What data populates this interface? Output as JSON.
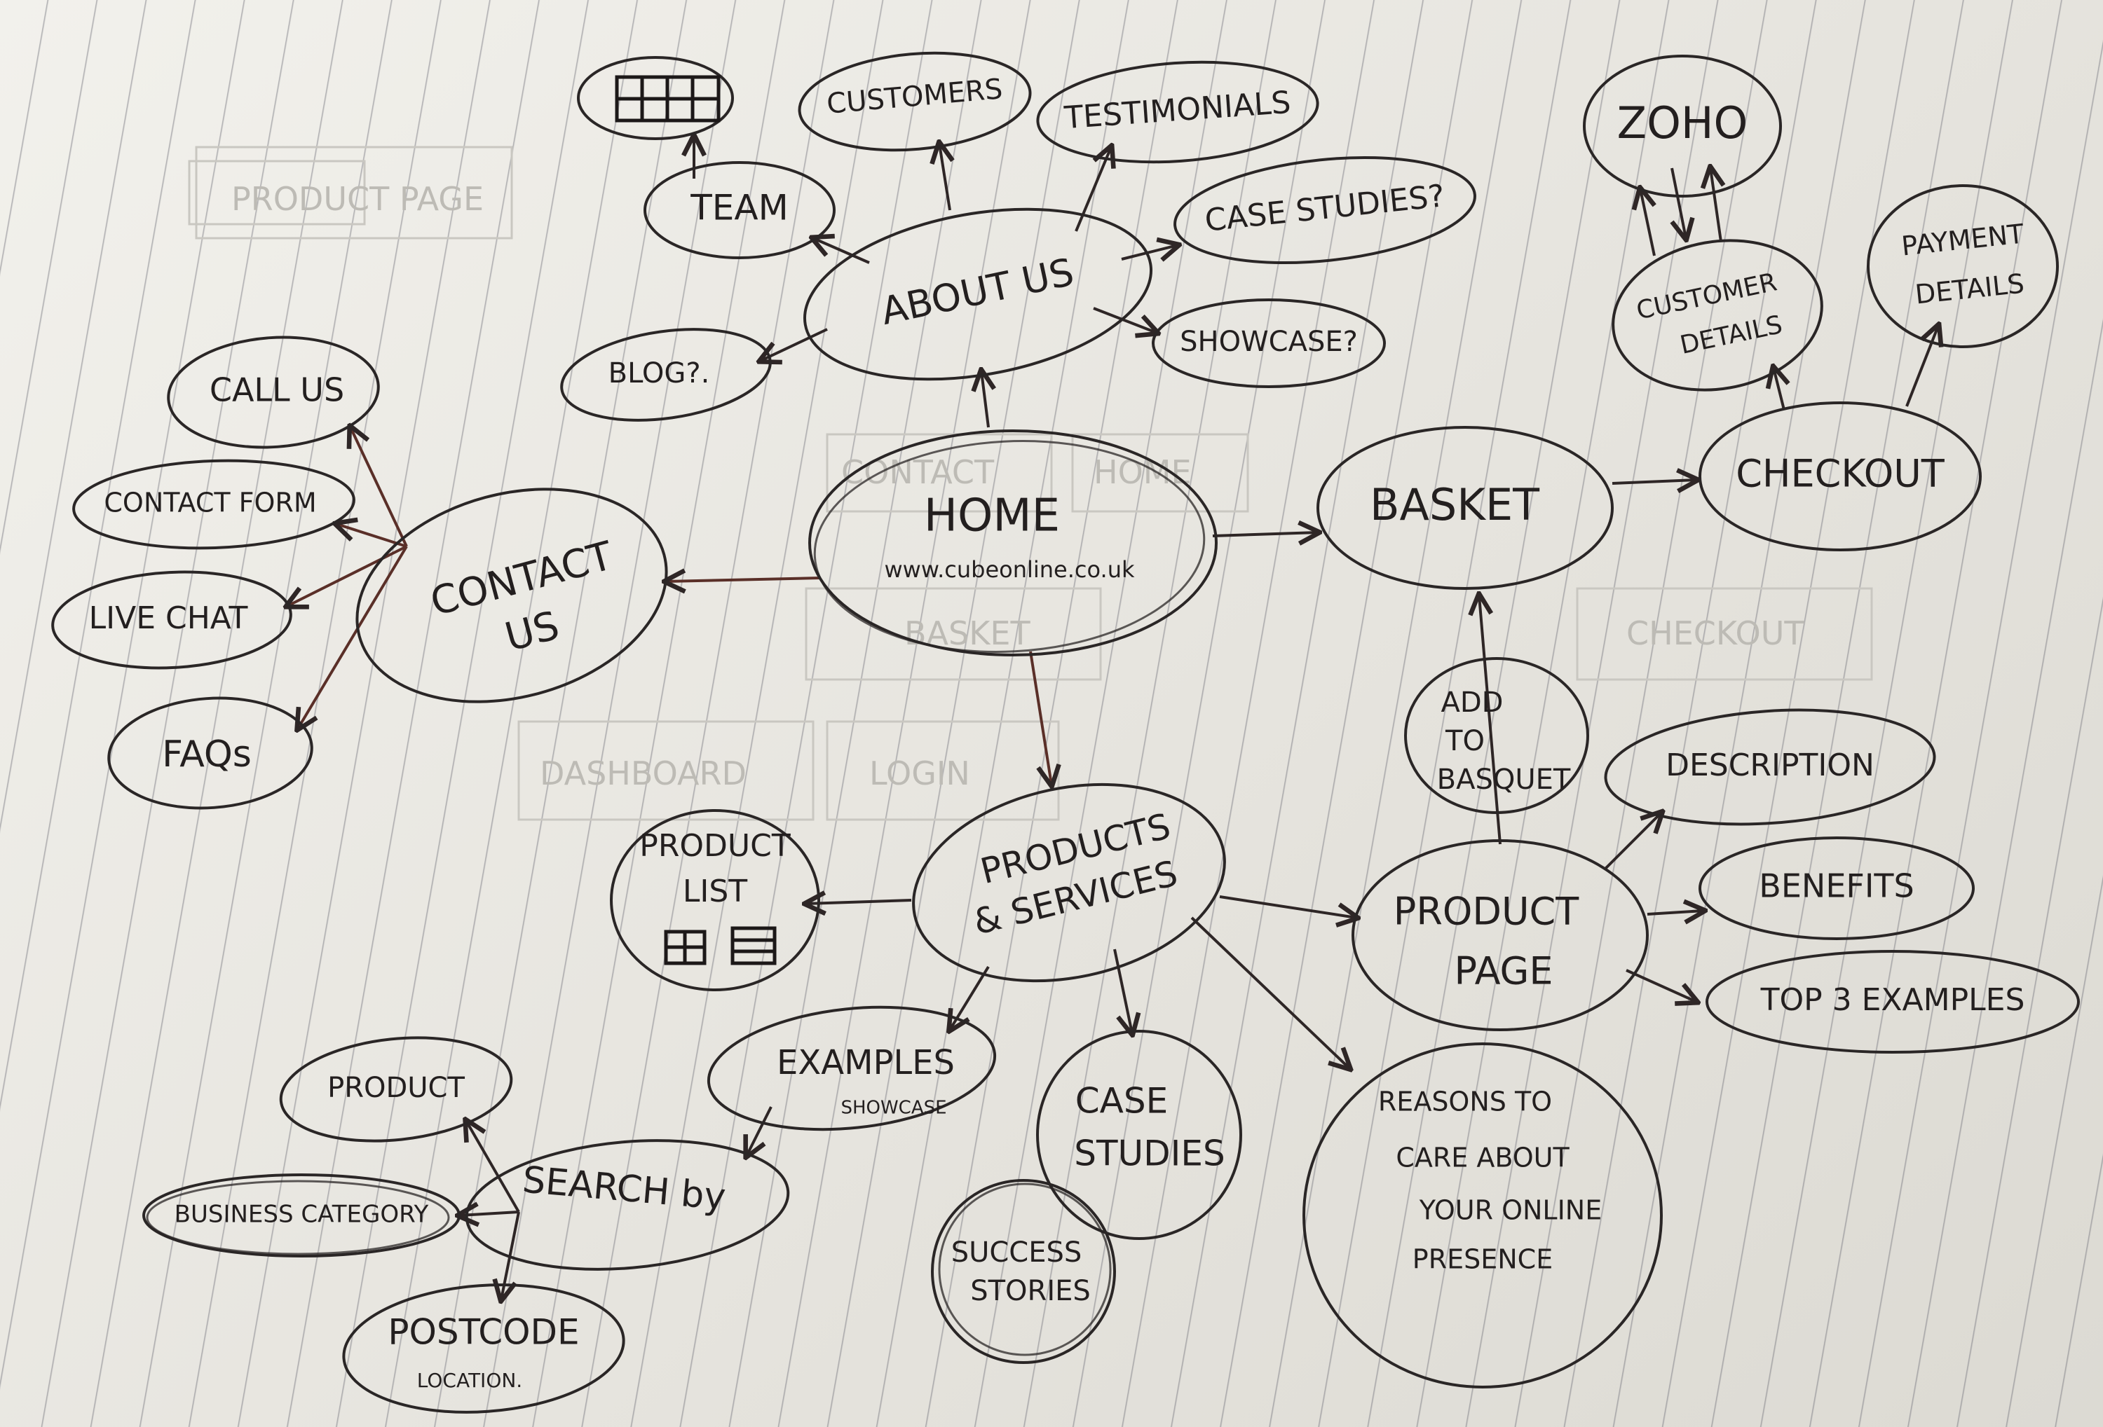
{
  "nodes": {
    "home": {
      "title": "HOME",
      "url": "www.cubeonline.co.uk"
    },
    "about_us": "ABOUT US",
    "customers": "CUSTOMERS",
    "testimonials": "TESTIMONIALS",
    "team": "TEAM",
    "case_studies_q": "CASE STUDIES?",
    "showcase_q": "SHOWCASE?",
    "blog_q": "BLOG?.",
    "contact_us": {
      "line1": "CONTACT",
      "line2": "US"
    },
    "call_us": "CALL US",
    "contact_form": "CONTACT FORM",
    "live_chat": "LIVE CHAT",
    "faqs": "FAQs",
    "basket": "BASKET",
    "checkout": "CHECKOUT",
    "zoho": "ZOHO",
    "customer_details": {
      "line1": "CUSTOMER",
      "line2": "DETAILS"
    },
    "payment_details": {
      "line1": "PAYMENT",
      "line2": "DETAILS"
    },
    "add_to_basket": {
      "line1": "ADD",
      "line2": "TO",
      "line3": "BASQUET"
    },
    "products_services": {
      "line1": "PRODUCTS",
      "line2": "& SERVICES"
    },
    "product_list": {
      "line1": "PRODUCT",
      "line2": "LIST"
    },
    "product_page": {
      "line1": "PRODUCT",
      "line2": "PAGE"
    },
    "description": "DESCRIPTION",
    "benefits": "BENEFITS",
    "top3": "TOP 3 EXAMPLES",
    "examples": {
      "title": "EXAMPLES",
      "sub": "SHOWCASE"
    },
    "case_studies": {
      "line1": "CASE",
      "line2": "STUDIES"
    },
    "success_stories": {
      "line1": "SUCCESS",
      "line2": "STORIES"
    },
    "reasons": {
      "line1": "REASONS TO",
      "line2": "CARE ABOUT",
      "line3": "YOUR ONLINE",
      "line4": "PRESENCE"
    },
    "search_by": "SEARCH by",
    "product": "PRODUCT",
    "business_category": "BUSINESS CATEGORY",
    "postcode": {
      "title": "POSTCODE",
      "sub": "LOCATION."
    }
  },
  "background_faint": {
    "product_page": "PRODUCT PAGE",
    "home": "HOME",
    "contact": "CONTACT",
    "basket": "BASKET",
    "checkout": "CHECKOUT",
    "login": "LOGIN",
    "dashboard": "DASHBOARD"
  }
}
